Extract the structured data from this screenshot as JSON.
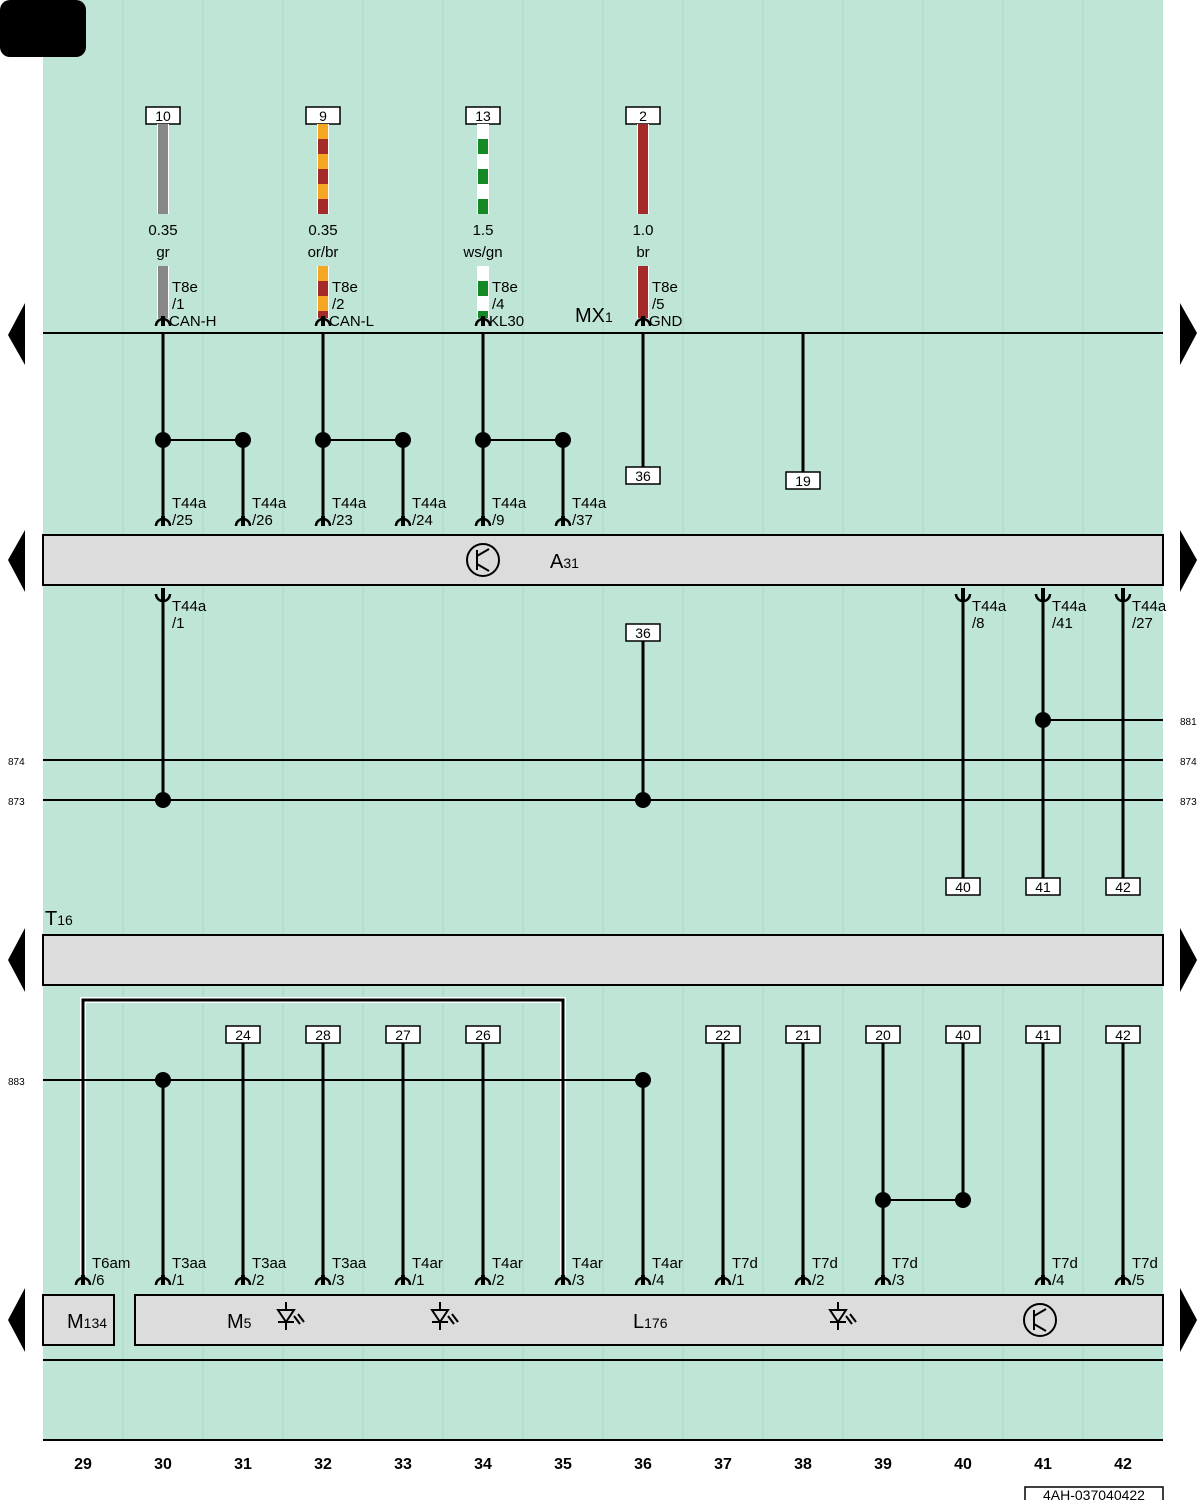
{
  "page_tab": "",
  "top_wires": [
    {
      "pin": "10",
      "gauge": "0.35",
      "color_code": "gr",
      "connector": "T8e",
      "pos": "/1",
      "signal": "CAN-H",
      "stripes": [
        "#888888"
      ]
    },
    {
      "pin": "9",
      "gauge": "0.35",
      "color_code": "or/br",
      "connector": "T8e",
      "pos": "/2",
      "signal": "CAN-L",
      "stripes": [
        "#f5a623",
        "#a52a2a"
      ]
    },
    {
      "pin": "13",
      "gauge": "1.5",
      "color_code": "ws/gn",
      "connector": "T8e",
      "pos": "/4",
      "signal": "KL30",
      "stripes": [
        "#ffffff",
        "#138a24"
      ]
    },
    {
      "pin": "2",
      "gauge": "1.0",
      "color_code": "br",
      "connector": "T8e",
      "pos": "/5",
      "signal": "GND",
      "stripes": [
        "#a52a2a"
      ]
    }
  ],
  "mx1": {
    "main": "MX",
    "sub": "1"
  },
  "upper_pins": [
    {
      "conn": "T44a",
      "pos": "/25"
    },
    {
      "conn": "T44a",
      "pos": "/26"
    },
    {
      "conn": "T44a",
      "pos": "/23"
    },
    {
      "conn": "T44a",
      "pos": "/24"
    },
    {
      "conn": "T44a",
      "pos": "/9"
    },
    {
      "conn": "T44a",
      "pos": "/37"
    }
  ],
  "ref_boxes_upper": [
    "36",
    "19"
  ],
  "a31": {
    "main": "A",
    "sub": "31"
  },
  "lower_pins_a31": [
    {
      "conn": "T44a",
      "pos": "/1"
    },
    {
      "conn": "T44a",
      "pos": "/8"
    },
    {
      "conn": "T44a",
      "pos": "/41"
    },
    {
      "conn": "T44a",
      "pos": "/27"
    }
  ],
  "ref_box_mid": "36",
  "bus_labels": {
    "b874": "874",
    "b873": "873",
    "b881": "881",
    "b883": "883"
  },
  "mid_bottom_boxes": [
    "40",
    "41",
    "42"
  ],
  "t16": {
    "main": "T",
    "sub": "16"
  },
  "bottom_top_boxes": [
    "24",
    "28",
    "27",
    "26",
    "22",
    "21",
    "20",
    "40",
    "41",
    "42"
  ],
  "bottom_pins": [
    {
      "conn": "T6am",
      "pos": "/6"
    },
    {
      "conn": "T3aa",
      "pos": "/1"
    },
    {
      "conn": "T3aa",
      "pos": "/2"
    },
    {
      "conn": "T3aa",
      "pos": "/3"
    },
    {
      "conn": "T4ar",
      "pos": "/1"
    },
    {
      "conn": "T4ar",
      "pos": "/2"
    },
    {
      "conn": "T4ar",
      "pos": "/3"
    },
    {
      "conn": "T4ar",
      "pos": "/4"
    },
    {
      "conn": "T7d",
      "pos": "/1"
    },
    {
      "conn": "T7d",
      "pos": "/2"
    },
    {
      "conn": "T7d",
      "pos": "/3"
    },
    {
      "conn": "T7d",
      "pos": "/4"
    },
    {
      "conn": "T7d",
      "pos": "/5"
    }
  ],
  "components": {
    "m134": {
      "main": "M",
      "sub": "134"
    },
    "m5": {
      "main": "M",
      "sub": "5"
    },
    "l176": {
      "main": "L",
      "sub": "176"
    }
  },
  "columns": [
    "29",
    "30",
    "31",
    "32",
    "33",
    "34",
    "35",
    "36",
    "37",
    "38",
    "39",
    "40",
    "41",
    "42"
  ],
  "doc_id": "4AH-037040422",
  "colors": {
    "background": "#bfe5d6",
    "band": "#dcdcdc"
  }
}
